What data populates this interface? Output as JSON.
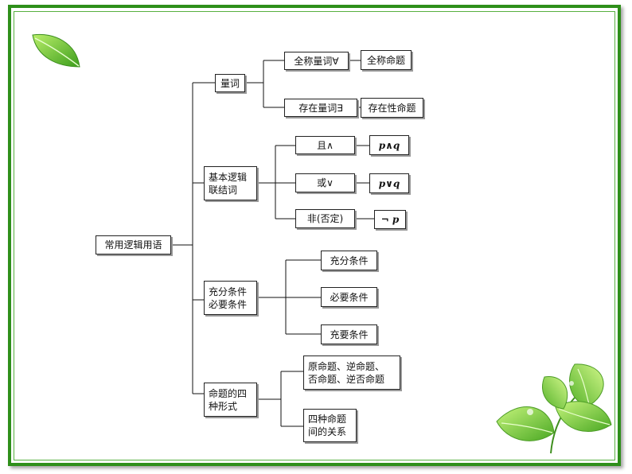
{
  "diagram": {
    "root": "常用逻辑用语",
    "branch_quantifier": "量词",
    "universal_quantifier": "全称量词∀",
    "universal_proposition": "全称命题",
    "existential_quantifier": "存在量词∃",
    "existential_proposition": "存在性命题",
    "branch_connectives": "基本逻辑\n联结词",
    "and": "且∧",
    "p_and_q": "p∧q",
    "or": "或∨",
    "p_or_q": "p∨q",
    "not": "非(否定)",
    "not_p": "¬ p",
    "branch_conditions": "充分条件\n必要条件",
    "sufficient": "充分条件",
    "necessary": "必要条件",
    "necessary_sufficient": "充要条件",
    "branch_forms": "命题的四\n种形式",
    "four_propositions": "原命题、逆命题、\n否命题、逆否命题",
    "relations": "四种命题\n间的关系"
  },
  "colors": {
    "frame": "#2e8f1a",
    "leaf": "#6cc13a"
  }
}
